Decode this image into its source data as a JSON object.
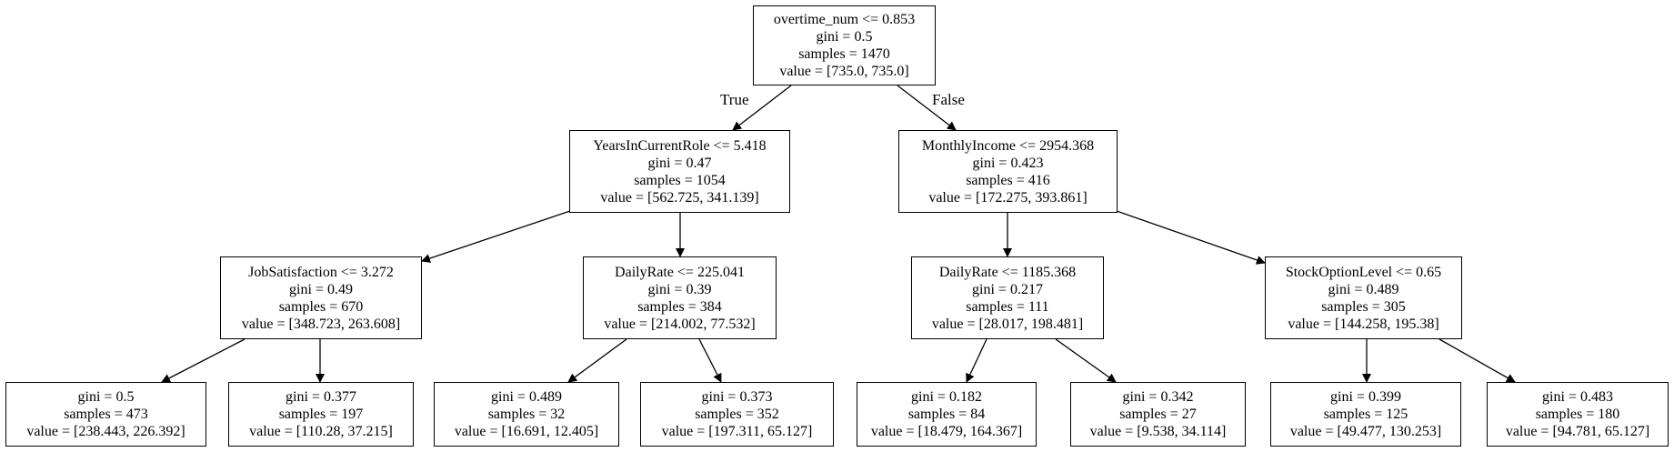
{
  "tree": {
    "nodes": [
      {
        "id": "n0",
        "split": "overtime_num <= 0.853",
        "gini": "gini = 0.5",
        "samples": "samples = 1470",
        "value": "value = [735.0, 735.0]"
      },
      {
        "id": "n1",
        "split": "YearsInCurrentRole <= 5.418",
        "gini": "gini = 0.47",
        "samples": "samples = 1054",
        "value": "value = [562.725, 341.139]"
      },
      {
        "id": "n2",
        "split": "MonthlyIncome <= 2954.368",
        "gini": "gini = 0.423",
        "samples": "samples = 416",
        "value": "value = [172.275, 393.861]"
      },
      {
        "id": "n3",
        "split": "JobSatisfaction <= 3.272",
        "gini": "gini = 0.49",
        "samples": "samples = 670",
        "value": "value = [348.723, 263.608]"
      },
      {
        "id": "n4",
        "split": "DailyRate <= 225.041",
        "gini": "gini = 0.39",
        "samples": "samples = 384",
        "value": "value = [214.002, 77.532]"
      },
      {
        "id": "n5",
        "split": "DailyRate <= 1185.368",
        "gini": "gini = 0.217",
        "samples": "samples = 111",
        "value": "value = [28.017, 198.481]"
      },
      {
        "id": "n6",
        "split": "StockOptionLevel <= 0.65",
        "gini": "gini = 0.489",
        "samples": "samples = 305",
        "value": "value = [144.258, 195.38]"
      },
      {
        "id": "n7",
        "gini": "gini = 0.5",
        "samples": "samples = 473",
        "value": "value = [238.443, 226.392]"
      },
      {
        "id": "n8",
        "gini": "gini = 0.377",
        "samples": "samples = 197",
        "value": "value = [110.28, 37.215]"
      },
      {
        "id": "n9",
        "gini": "gini = 0.489",
        "samples": "samples = 32",
        "value": "value = [16.691, 12.405]"
      },
      {
        "id": "n10",
        "gini": "gini = 0.373",
        "samples": "samples = 352",
        "value": "value = [197.311, 65.127]"
      },
      {
        "id": "n11",
        "gini": "gini = 0.182",
        "samples": "samples = 84",
        "value": "value = [18.479, 164.367]"
      },
      {
        "id": "n12",
        "gini": "gini = 0.342",
        "samples": "samples = 27",
        "value": "value = [9.538, 34.114]"
      },
      {
        "id": "n13",
        "gini": "gini = 0.399",
        "samples": "samples = 125",
        "value": "value = [49.477, 130.253]"
      },
      {
        "id": "n14",
        "gini": "gini = 0.483",
        "samples": "samples = 180",
        "value": "value = [94.781, 65.127]"
      }
    ],
    "edges": [
      {
        "from": "n0",
        "to": "n1",
        "label": "True"
      },
      {
        "from": "n0",
        "to": "n2",
        "label": "False"
      },
      {
        "from": "n1",
        "to": "n3"
      },
      {
        "from": "n1",
        "to": "n4"
      },
      {
        "from": "n2",
        "to": "n5"
      },
      {
        "from": "n2",
        "to": "n6"
      },
      {
        "from": "n3",
        "to": "n7"
      },
      {
        "from": "n3",
        "to": "n8"
      },
      {
        "from": "n4",
        "to": "n9"
      },
      {
        "from": "n4",
        "to": "n10"
      },
      {
        "from": "n5",
        "to": "n11"
      },
      {
        "from": "n5",
        "to": "n12"
      },
      {
        "from": "n6",
        "to": "n13"
      },
      {
        "from": "n6",
        "to": "n14"
      }
    ]
  }
}
